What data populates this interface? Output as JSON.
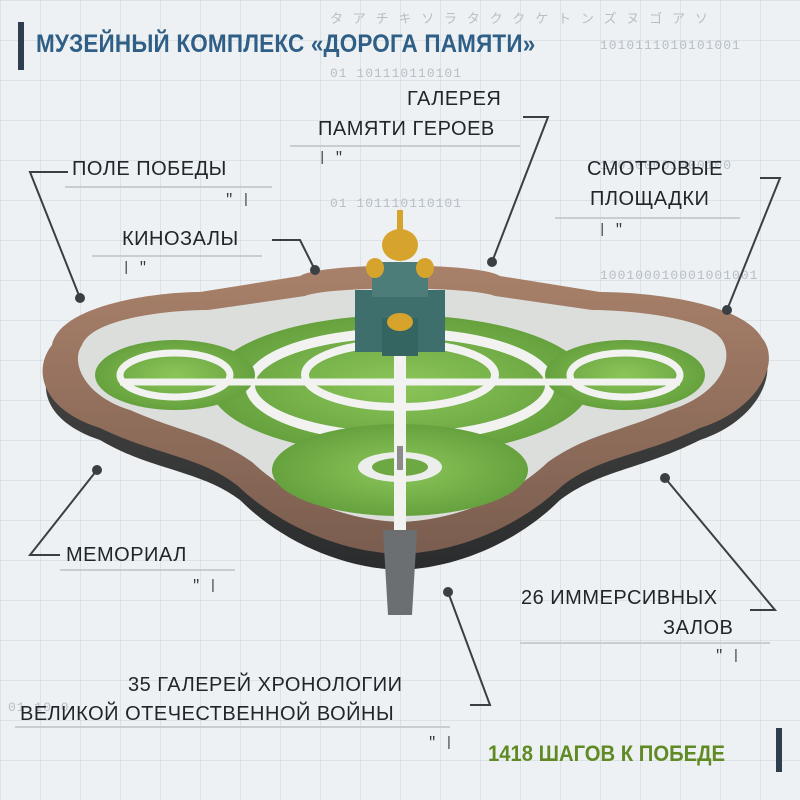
{
  "title": "МУЗЕЙНЫЙ КОМПЛЕКС «ДОРОГА ПАМЯТИ»",
  "labels": {
    "gallery_heroes": [
      "ГАЛЕРЕЯ",
      "ПАМЯТИ ГЕРОЕВ"
    ],
    "victory_field": "ПОЛЕ ПОБЕДЫ",
    "viewing_platforms": [
      "СМОТРОВЫЕ",
      "ПЛОЩАДКИ"
    ],
    "cinemas": "КИНОЗАЛЫ",
    "memorial": "МЕМОРИАЛ",
    "immersive_halls": [
      "26 ИММЕРСИВНЫХ",
      "ЗАЛОВ"
    ],
    "chronology_galleries": [
      "35 ГАЛЕРЕЙ ХРОНОЛОГИИ",
      "ВЕЛИКОЙ ОТЕЧЕСТВЕННОЙ ВОЙНЫ"
    ]
  },
  "footer": "1418 ШАГОВ К ПОБЕДЕ",
  "colors": {
    "title": "#2f5f86",
    "footer": "#5f8a24",
    "lawn": "#7fb74e",
    "path": "#eef0ee",
    "building": "#8c6f5e",
    "dome": "#d6a42c",
    "cathedral": "#3f6f6c"
  }
}
